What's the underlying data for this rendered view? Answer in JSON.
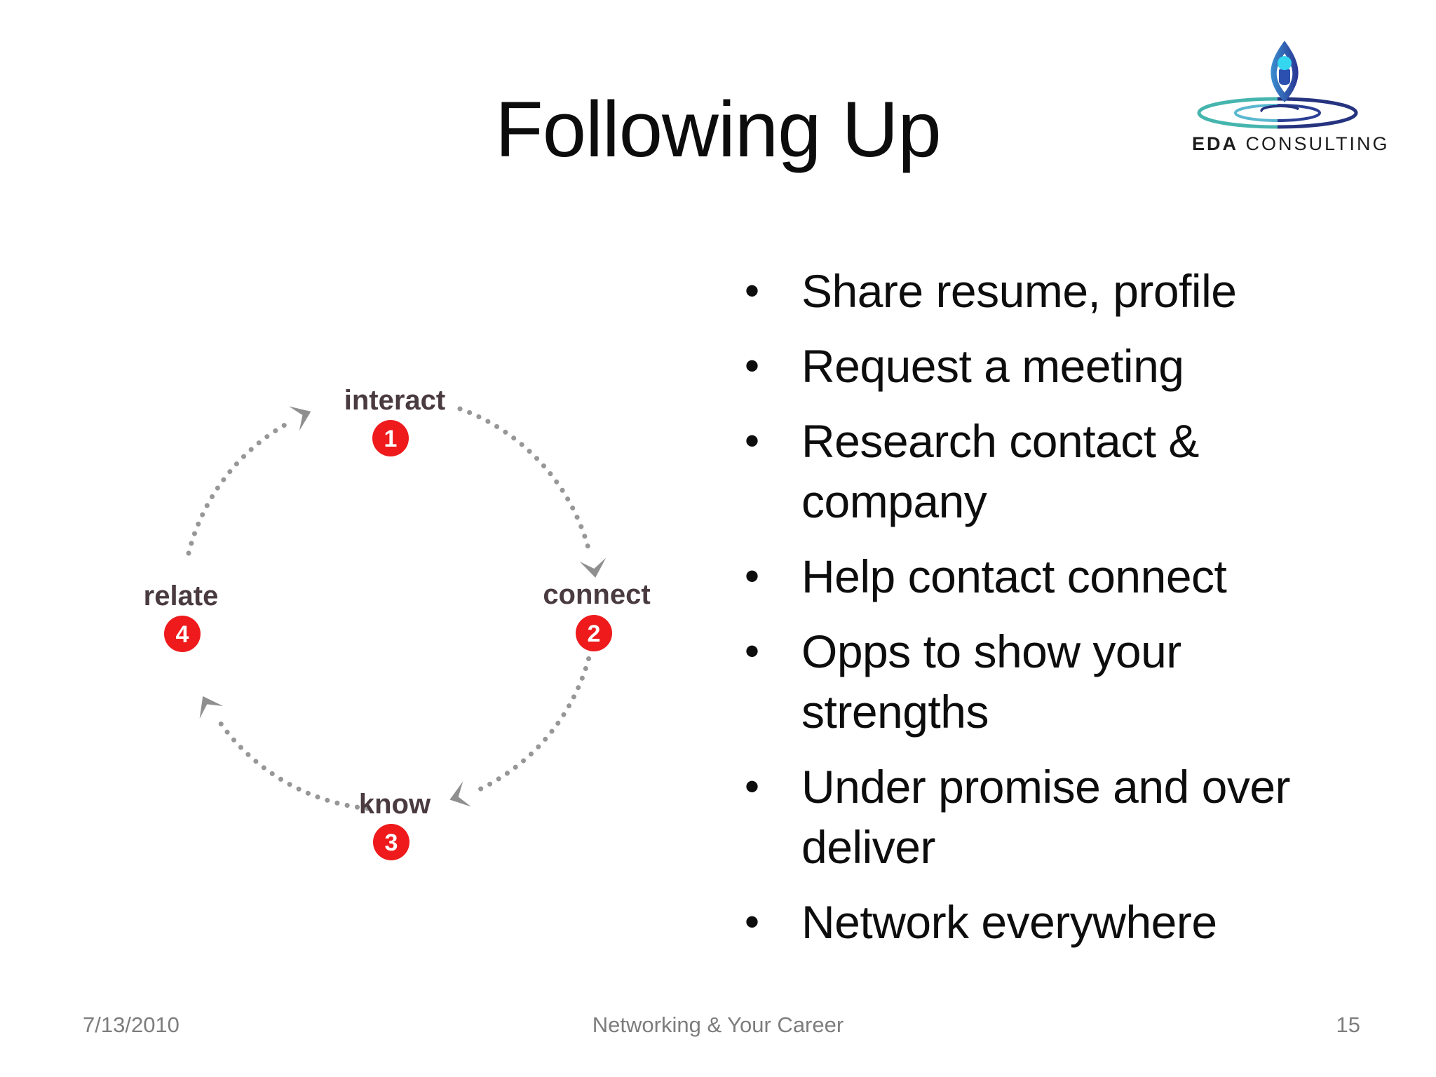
{
  "slide": {
    "title": "Following Up",
    "footer": {
      "date": "7/13/2010",
      "center": "Networking & Your Career",
      "page": "15"
    }
  },
  "logo": {
    "brand": "EDA",
    "brand_rest": "CONSULTING"
  },
  "diagram": {
    "type": "cycle",
    "nodes": [
      {
        "label": "interact",
        "number": "1",
        "position": "top"
      },
      {
        "label": "connect",
        "number": "2",
        "position": "right"
      },
      {
        "label": "know",
        "number": "3",
        "position": "bottom"
      },
      {
        "label": "relate",
        "number": "4",
        "position": "left"
      }
    ]
  },
  "bullets": {
    "items": [
      "Share resume, profile",
      "Request a meeting",
      "Research contact & company",
      "Help contact connect",
      "Opps to show your strengths",
      "Under promise and over deliver",
      "Network everywhere"
    ],
    "marker": "•"
  },
  "colors": {
    "accent_red": "#ee1a1c",
    "node_label": "#4a3b40",
    "arc_gray": "#979797",
    "footer_gray": "#7d7d7d",
    "logo_blue_light": "#3b8fd0",
    "logo_blue_dark": "#283593",
    "logo_cyan": "#35d6ef",
    "logo_teal": "#45b5ae"
  }
}
